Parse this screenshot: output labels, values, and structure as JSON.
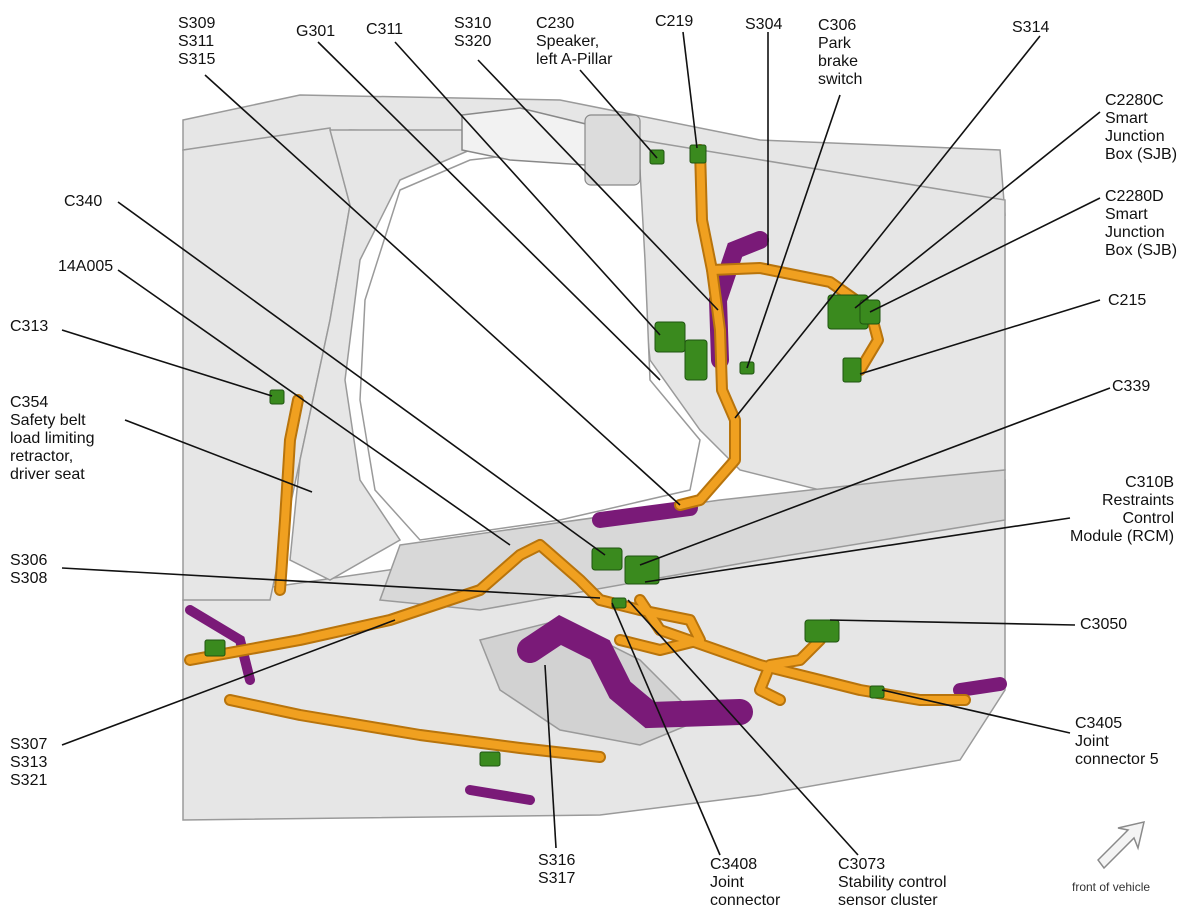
{
  "labels": {
    "s309": [
      "S309",
      "S311",
      "S315"
    ],
    "g301": [
      "G301"
    ],
    "c311": [
      "C311"
    ],
    "s310": [
      "S310",
      "S320"
    ],
    "c230": [
      "C230",
      "Speaker,",
      "left A-Pillar"
    ],
    "c219": [
      "C219"
    ],
    "s304": [
      "S304"
    ],
    "c306": [
      "C306",
      "Park",
      "brake",
      "switch"
    ],
    "s314": [
      "S314"
    ],
    "c2280c": [
      "C2280C",
      "Smart",
      "Junction",
      "Box (SJB)"
    ],
    "c2280d": [
      "C2280D",
      "Smart",
      "Junction",
      "Box (SJB)"
    ],
    "c215": [
      "C215"
    ],
    "c340": [
      "C340"
    ],
    "a14a005": [
      "14A005"
    ],
    "c313": [
      "C313"
    ],
    "c354": [
      "C354",
      "Safety belt",
      "load limiting",
      "retractor,",
      "driver seat"
    ],
    "c339": [
      "C339"
    ],
    "c310b": [
      "C310B",
      "Restraints",
      "Control",
      "Module (RCM)"
    ],
    "s306": [
      "S306",
      "S308"
    ],
    "c3050": [
      "C3050"
    ],
    "c3405": [
      "C3405",
      "Joint",
      "connector 5"
    ],
    "s307": [
      "S307",
      "S313",
      "S321"
    ],
    "s316": [
      "S316",
      "S317"
    ],
    "c3408": [
      "C3408",
      "Joint",
      "connector"
    ],
    "c3073": [
      "C3073",
      "Stability control",
      "sensor cluster"
    ]
  },
  "front_note": "front of vehicle",
  "icons": {
    "direction": "front-direction-arrow-icon"
  },
  "colors": {
    "harness": "#f0a020",
    "harness_dark": "#b8740c",
    "conduit": "#7a1a78",
    "connector": "#3a8a1e",
    "body_panel": "#e4e4e4",
    "body_edge": "#9a9a9a"
  }
}
